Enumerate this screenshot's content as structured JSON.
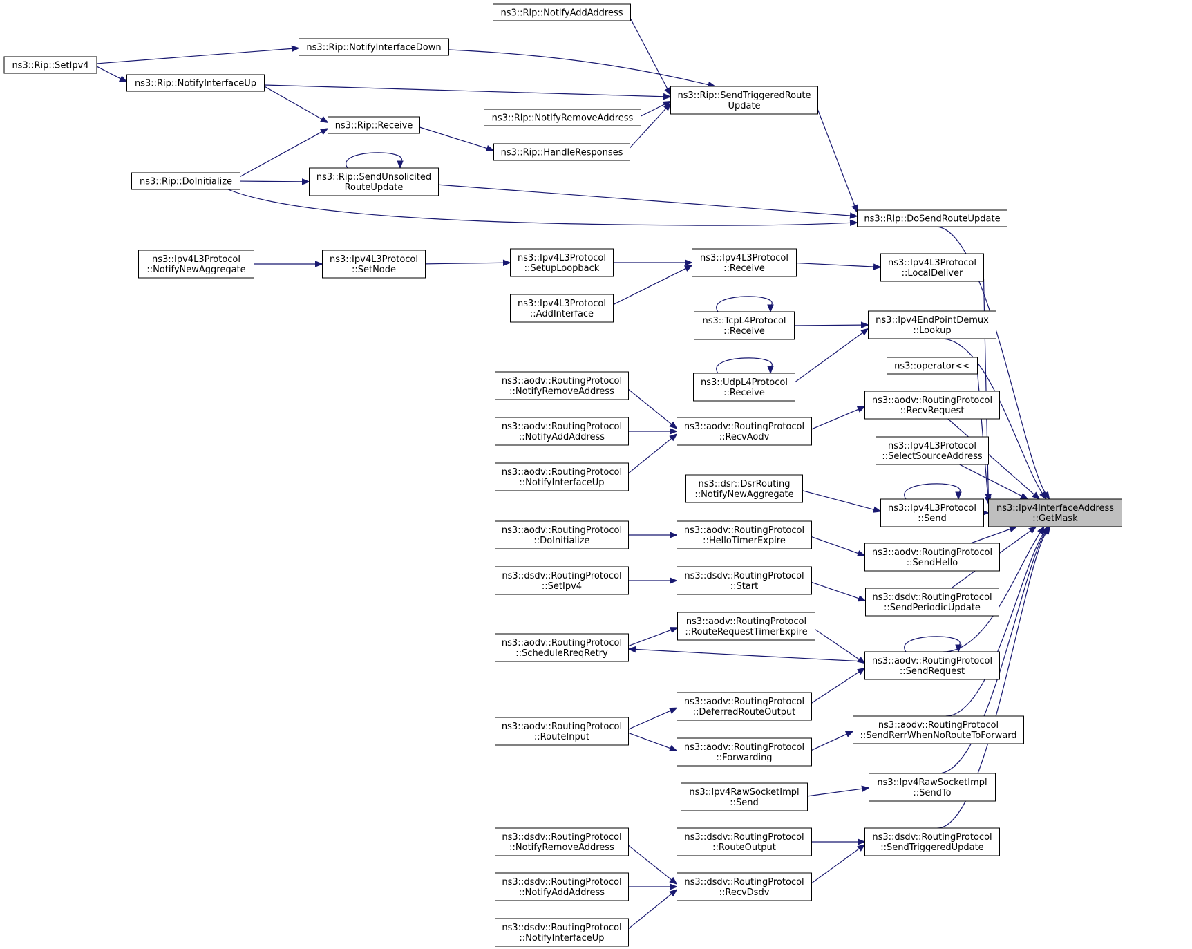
{
  "graph": {
    "nodes": {
      "getmask": {
        "lines": [
          "ns3::Ipv4InterfaceAddress",
          "::GetMask"
        ],
        "root": true
      },
      "rip_notifyaddaddr": {
        "lines": [
          "ns3::Rip::NotifyAddAddress"
        ]
      },
      "rip_notifyifdown": {
        "lines": [
          "ns3::Rip::NotifyInterfaceDown"
        ]
      },
      "rip_setipv4": {
        "lines": [
          "ns3::Rip::SetIpv4"
        ]
      },
      "rip_notifyifup": {
        "lines": [
          "ns3::Rip::NotifyInterfaceUp"
        ]
      },
      "rip_sendtriggered": {
        "lines": [
          "ns3::Rip::SendTriggeredRoute",
          "Update"
        ]
      },
      "rip_notifyremoveaddr": {
        "lines": [
          "ns3::Rip::NotifyRemoveAddress"
        ]
      },
      "rip_receive": {
        "lines": [
          "ns3::Rip::Receive"
        ]
      },
      "rip_handleresponses": {
        "lines": [
          "ns3::Rip::HandleResponses"
        ]
      },
      "rip_doinitialize": {
        "lines": [
          "ns3::Rip::DoInitialize"
        ]
      },
      "rip_sendunsolicited": {
        "lines": [
          "ns3::Rip::SendUnsolicited",
          "RouteUpdate"
        ]
      },
      "rip_dosendrouteupdate": {
        "lines": [
          "ns3::Rip::DoSendRouteUpdate"
        ]
      },
      "ipv4l3_notifynewagg": {
        "lines": [
          "ns3::Ipv4L3Protocol",
          "::NotifyNewAggregate"
        ]
      },
      "ipv4l3_setnode": {
        "lines": [
          "ns3::Ipv4L3Protocol",
          "::SetNode"
        ]
      },
      "ipv4l3_setuploopback": {
        "lines": [
          "ns3::Ipv4L3Protocol",
          "::SetupLoopback"
        ]
      },
      "ipv4l3_receive": {
        "lines": [
          "ns3::Ipv4L3Protocol",
          "::Receive"
        ]
      },
      "ipv4l3_localdeliver": {
        "lines": [
          "ns3::Ipv4L3Protocol",
          "::LocalDeliver"
        ]
      },
      "ipv4l3_addinterface": {
        "lines": [
          "ns3::Ipv4L3Protocol",
          "::AddInterface"
        ]
      },
      "tcpl4_receive": {
        "lines": [
          "ns3::TcpL4Protocol",
          "::Receive"
        ]
      },
      "ipv4epdemux_lookup": {
        "lines": [
          "ns3::Ipv4EndPointDemux",
          "::Lookup"
        ]
      },
      "operator_ll": {
        "lines": [
          "ns3::operator<<"
        ]
      },
      "udpl4_receive": {
        "lines": [
          "ns3::UdpL4Protocol",
          "::Receive"
        ]
      },
      "aodv_notifyremoveaddr": {
        "lines": [
          "ns3::aodv::RoutingProtocol",
          "::NotifyRemoveAddress"
        ]
      },
      "aodv_recvrequest": {
        "lines": [
          "ns3::aodv::RoutingProtocol",
          "::RecvRequest"
        ]
      },
      "aodv_notifyaddaddr": {
        "lines": [
          "ns3::aodv::RoutingProtocol",
          "::NotifyAddAddress"
        ]
      },
      "aodv_recvaodv": {
        "lines": [
          "ns3::aodv::RoutingProtocol",
          "::RecvAodv"
        ]
      },
      "ipv4l3_selectsrc": {
        "lines": [
          "ns3::Ipv4L3Protocol",
          "::SelectSourceAddress"
        ]
      },
      "aodv_notifyifup": {
        "lines": [
          "ns3::aodv::RoutingProtocol",
          "::NotifyInterfaceUp"
        ]
      },
      "dsr_notifynewagg": {
        "lines": [
          "ns3::dsr::DsrRouting",
          "::NotifyNewAggregate"
        ]
      },
      "ipv4l3_send": {
        "lines": [
          "ns3::Ipv4L3Protocol",
          "::Send"
        ]
      },
      "aodv_doinitialize": {
        "lines": [
          "ns3::aodv::RoutingProtocol",
          "::DoInitialize"
        ]
      },
      "aodv_hellotimerexpire": {
        "lines": [
          "ns3::aodv::RoutingProtocol",
          "::HelloTimerExpire"
        ]
      },
      "aodv_sendhello": {
        "lines": [
          "ns3::aodv::RoutingProtocol",
          "::SendHello"
        ]
      },
      "dsdv_setipv4": {
        "lines": [
          "ns3::dsdv::RoutingProtocol",
          "::SetIpv4"
        ]
      },
      "dsdv_start": {
        "lines": [
          "ns3::dsdv::RoutingProtocol",
          "::Start"
        ]
      },
      "dsdv_sendperiodic": {
        "lines": [
          "ns3::dsdv::RoutingProtocol",
          "::SendPeriodicUpdate"
        ]
      },
      "aodv_rreqtimerexpire": {
        "lines": [
          "ns3::aodv::RoutingProtocol",
          "::RouteRequestTimerExpire"
        ]
      },
      "aodv_schedulerreqretry": {
        "lines": [
          "ns3::aodv::RoutingProtocol",
          "::ScheduleRreqRetry"
        ]
      },
      "aodv_sendrequest": {
        "lines": [
          "ns3::aodv::RoutingProtocol",
          "::SendRequest"
        ]
      },
      "aodv_deferredrouteoutput": {
        "lines": [
          "ns3::aodv::RoutingProtocol",
          "::DeferredRouteOutput"
        ]
      },
      "aodv_routeinput": {
        "lines": [
          "ns3::aodv::RoutingProtocol",
          "::RouteInput"
        ]
      },
      "aodv_sendrerrnoroute": {
        "lines": [
          "ns3::aodv::RoutingProtocol",
          "::SendRerrWhenNoRouteToForward"
        ]
      },
      "aodv_forwarding": {
        "lines": [
          "ns3::aodv::RoutingProtocol",
          "::Forwarding"
        ]
      },
      "ipv4raw_send": {
        "lines": [
          "ns3::Ipv4RawSocketImpl",
          "::Send"
        ]
      },
      "ipv4raw_sendto": {
        "lines": [
          "ns3::Ipv4RawSocketImpl",
          "::SendTo"
        ]
      },
      "dsdv_notifyremoveaddr": {
        "lines": [
          "ns3::dsdv::RoutingProtocol",
          "::NotifyRemoveAddress"
        ]
      },
      "dsdv_routeoutput": {
        "lines": [
          "ns3::dsdv::RoutingProtocol",
          "::RouteOutput"
        ]
      },
      "dsdv_sendtriggered": {
        "lines": [
          "ns3::dsdv::RoutingProtocol",
          "::SendTriggeredUpdate"
        ]
      },
      "dsdv_notifyaddaddr": {
        "lines": [
          "ns3::dsdv::RoutingProtocol",
          "::NotifyAddAddress"
        ]
      },
      "dsdv_recvdsdv": {
        "lines": [
          "ns3::dsdv::RoutingProtocol",
          "::RecvDsdv"
        ]
      },
      "dsdv_notifyifup": {
        "lines": [
          "ns3::dsdv::RoutingProtocol",
          "::NotifyInterfaceUp"
        ]
      }
    },
    "edges": [
      [
        "rip_notifyaddaddr",
        "rip_sendtriggered"
      ],
      [
        "rip_notifyifdown",
        "rip_sendtriggered"
      ],
      [
        "rip_setipv4",
        "rip_notifyifdown"
      ],
      [
        "rip_setipv4",
        "rip_notifyifup"
      ],
      [
        "rip_notifyifup",
        "rip_sendtriggered"
      ],
      [
        "rip_notifyifup",
        "rip_receive"
      ],
      [
        "rip_notifyremoveaddr",
        "rip_sendtriggered"
      ],
      [
        "rip_handleresponses",
        "rip_sendtriggered"
      ],
      [
        "rip_receive",
        "rip_handleresponses"
      ],
      [
        "rip_doinitialize",
        "rip_receive"
      ],
      [
        "rip_doinitialize",
        "rip_sendunsolicited"
      ],
      [
        "rip_sendunsolicited",
        "rip_sendunsolicited"
      ],
      [
        "rip_sendtriggered",
        "rip_dosendrouteupdate"
      ],
      [
        "rip_sendunsolicited",
        "rip_dosendrouteupdate"
      ],
      [
        "rip_doinitialize",
        "rip_dosendrouteupdate"
      ],
      [
        "rip_dosendrouteupdate",
        "getmask"
      ],
      [
        "ipv4l3_notifynewagg",
        "ipv4l3_setnode"
      ],
      [
        "ipv4l3_setnode",
        "ipv4l3_setuploopback"
      ],
      [
        "ipv4l3_setuploopback",
        "ipv4l3_receive"
      ],
      [
        "ipv4l3_addinterface",
        "ipv4l3_receive"
      ],
      [
        "ipv4l3_receive",
        "ipv4l3_localdeliver"
      ],
      [
        "ipv4l3_localdeliver",
        "getmask"
      ],
      [
        "tcpl4_receive",
        "tcpl4_receive"
      ],
      [
        "tcpl4_receive",
        "ipv4epdemux_lookup"
      ],
      [
        "udpl4_receive",
        "udpl4_receive"
      ],
      [
        "udpl4_receive",
        "ipv4epdemux_lookup"
      ],
      [
        "ipv4epdemux_lookup",
        "getmask"
      ],
      [
        "operator_ll",
        "getmask"
      ],
      [
        "aodv_notifyremoveaddr",
        "aodv_recvaodv"
      ],
      [
        "aodv_notifyaddaddr",
        "aodv_recvaodv"
      ],
      [
        "aodv_notifyifup",
        "aodv_recvaodv"
      ],
      [
        "aodv_recvaodv",
        "aodv_recvrequest"
      ],
      [
        "aodv_recvrequest",
        "getmask"
      ],
      [
        "ipv4l3_selectsrc",
        "getmask"
      ],
      [
        "dsr_notifynewagg",
        "ipv4l3_send"
      ],
      [
        "ipv4l3_send",
        "ipv4l3_send"
      ],
      [
        "ipv4l3_send",
        "getmask"
      ],
      [
        "aodv_doinitialize",
        "aodv_hellotimerexpire"
      ],
      [
        "aodv_hellotimerexpire",
        "aodv_sendhello"
      ],
      [
        "aodv_sendhello",
        "getmask"
      ],
      [
        "dsdv_setipv4",
        "dsdv_start"
      ],
      [
        "dsdv_start",
        "dsdv_sendperiodic"
      ],
      [
        "dsdv_sendperiodic",
        "getmask"
      ],
      [
        "aodv_schedulerreqretry",
        "aodv_rreqtimerexpire"
      ],
      [
        "aodv_rreqtimerexpire",
        "aodv_sendrequest"
      ],
      [
        "aodv_sendrequest",
        "aodv_schedulerreqretry"
      ],
      [
        "aodv_sendrequest",
        "aodv_sendrequest"
      ],
      [
        "aodv_deferredrouteoutput",
        "aodv_sendrequest"
      ],
      [
        "aodv_sendrequest",
        "getmask"
      ],
      [
        "aodv_routeinput",
        "aodv_deferredrouteoutput"
      ],
      [
        "aodv_routeinput",
        "aodv_forwarding"
      ],
      [
        "aodv_forwarding",
        "aodv_sendrerrnoroute"
      ],
      [
        "aodv_sendrerrnoroute",
        "getmask"
      ],
      [
        "ipv4raw_send",
        "ipv4raw_sendto"
      ],
      [
        "ipv4raw_sendto",
        "getmask"
      ],
      [
        "dsdv_notifyremoveaddr",
        "dsdv_recvdsdv"
      ],
      [
        "dsdv_notifyaddaddr",
        "dsdv_recvdsdv"
      ],
      [
        "dsdv_notifyifup",
        "dsdv_recvdsdv"
      ],
      [
        "dsdv_routeoutput",
        "dsdv_sendtriggered"
      ],
      [
        "dsdv_recvdsdv",
        "dsdv_sendtriggered"
      ],
      [
        "dsdv_sendtriggered",
        "getmask"
      ]
    ]
  },
  "colors": {
    "edge": "#191970",
    "node_border": "#000000",
    "node_fill": "#ffffff",
    "root_fill": "#bfbfbf"
  }
}
